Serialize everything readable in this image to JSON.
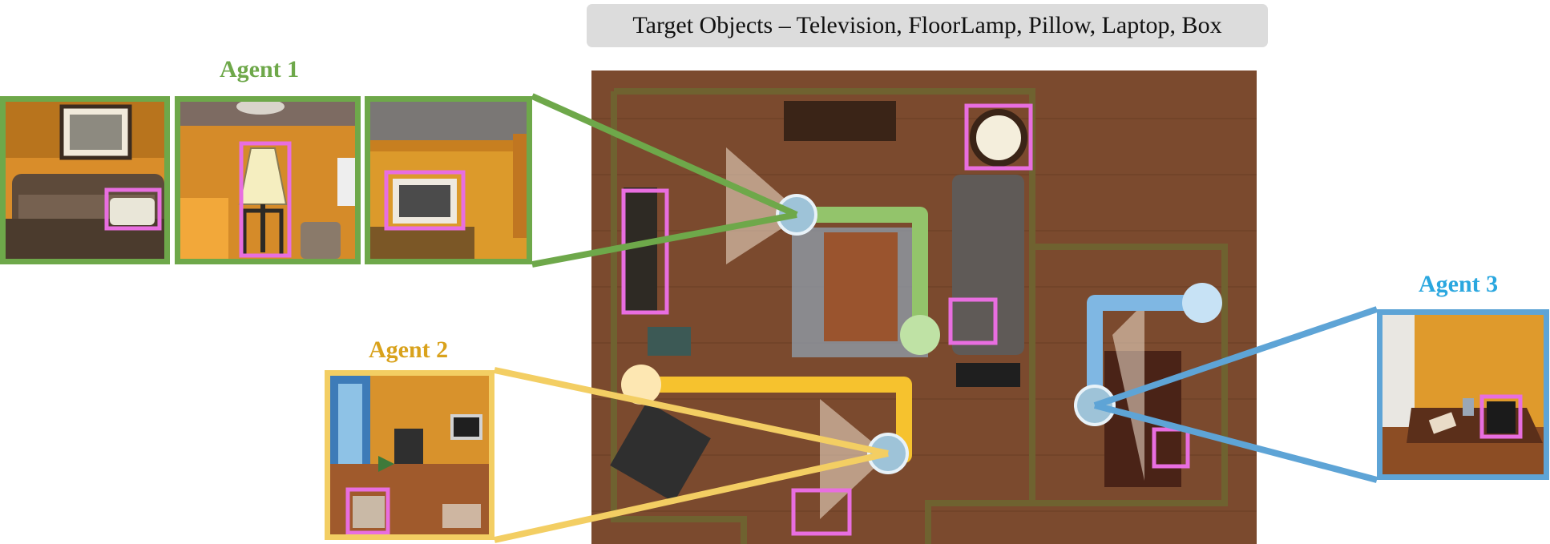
{
  "header": {
    "title": "Target Objects – Television, FloorLamp, Pillow, Laptop, Box"
  },
  "agents": [
    {
      "label": "Agent 1",
      "color": "#6ea84a",
      "trail_color": "#93c46b"
    },
    {
      "label": "Agent 2",
      "color": "#f3ce63",
      "trail_color": "#f6c22e"
    },
    {
      "label": "Agent 3",
      "color": "#5ea4d6",
      "trail_color": "#7fb7e3"
    }
  ],
  "colors": {
    "target_box": "#e86ee0",
    "floor": "#7b4a2e"
  }
}
